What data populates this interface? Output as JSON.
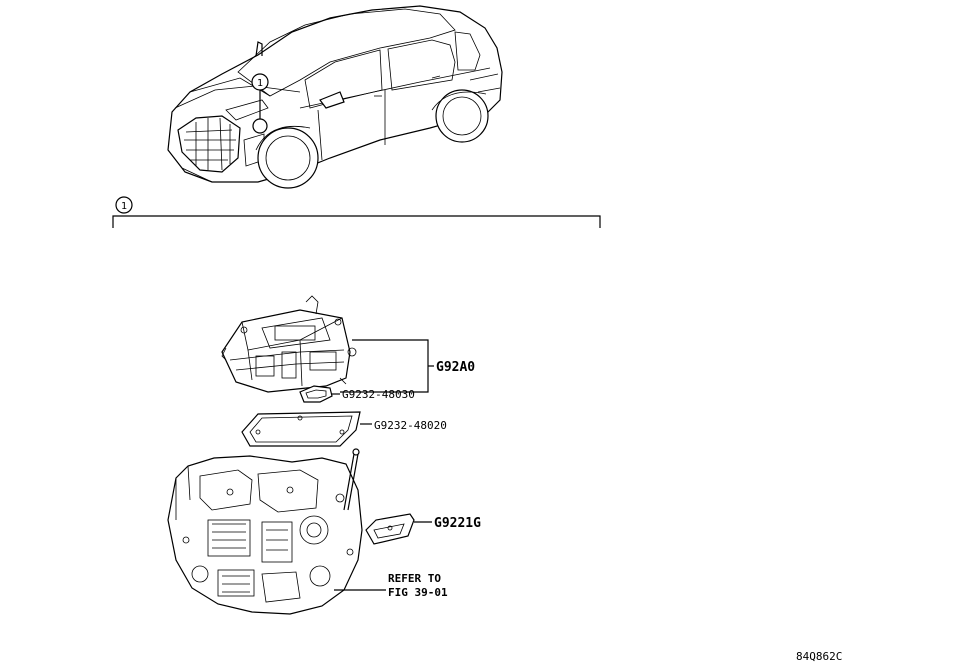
{
  "callout": {
    "number": "1"
  },
  "section": {
    "number": "1"
  },
  "parts": {
    "inverter": "G92A0",
    "gasket_small": "G9232-48030",
    "gasket_large": "G9232-48020",
    "bracket": "G9221G"
  },
  "reference": {
    "line1": "REFER TO",
    "line2": "FIG 39-01"
  },
  "diagram_code": "84Q862C",
  "colors": {
    "line": "#000000",
    "background": "#ffffff"
  }
}
